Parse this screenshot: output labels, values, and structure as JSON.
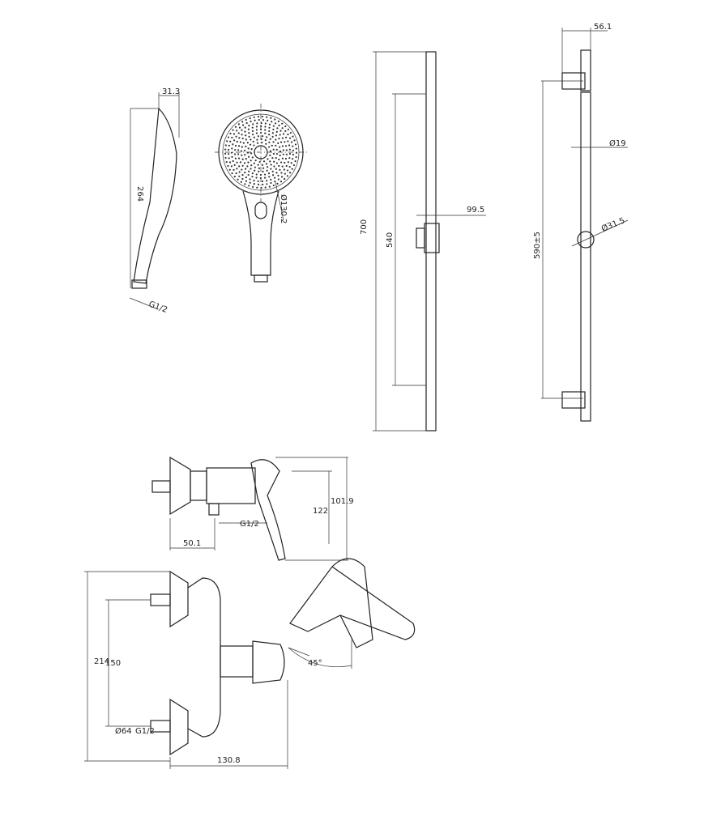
{
  "hand_shower": {
    "width": "31.3",
    "length": "264",
    "thread": "G1/2",
    "head_diameter": "Ø130.2"
  },
  "slide_bar_front": {
    "total_length": "700",
    "bar_length": "540",
    "holder_depth": "99.5"
  },
  "slide_bar_side": {
    "wall_offset": "56.1",
    "bar_diameter": "Ø19",
    "holder_diameter": "Ø31.5",
    "bracket_spacing": "590±5"
  },
  "mixer_side": {
    "height_lever": "101.9",
    "height_total": "122",
    "outlet_offset": "50.1",
    "outlet_thread": "G1/2"
  },
  "mixer_front": {
    "height": "214",
    "inlet_spacing": "150",
    "flange_diameter": "Ø64",
    "inlet_thread": "G1/2",
    "width": "130.8",
    "lever_angle": "45°"
  }
}
